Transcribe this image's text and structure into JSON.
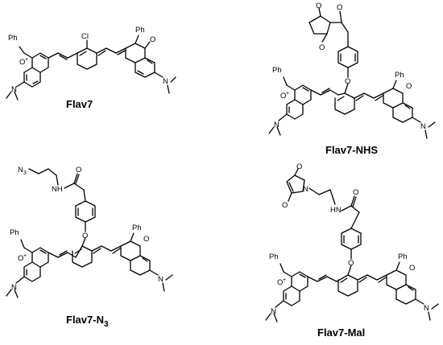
{
  "structures": [
    {
      "id": "flav7",
      "name": "Flav7",
      "atoms": {
        "ph_left": "Ph",
        "ph_right": "Ph",
        "o_plus": "O",
        "charge": "+",
        "o_right": "O",
        "cl": "Cl",
        "n_left": "N",
        "n_right": "N"
      }
    },
    {
      "id": "flav7nhs",
      "name": "Flav7-NHS",
      "atoms": {
        "ph_left": "Ph",
        "ph_right": "Ph",
        "o_plus": "O",
        "charge": "+",
        "o_right": "O",
        "o_linker": "O",
        "o_ester": "O",
        "o_carbonyl": "O",
        "o_nhs_top": "O",
        "n_left": "N",
        "n_right": "N"
      }
    },
    {
      "id": "flav7n3",
      "name": "Flav7-N",
      "name_sub": "3",
      "atoms": {
        "ph_left": "Ph",
        "ph_right": "Ph",
        "o_plus": "O",
        "charge": "+",
        "o_right": "O",
        "o_linker": "O",
        "n3": "N",
        "n3_sub": "3",
        "nh": "NH",
        "o_amide": "O",
        "n_left": "N",
        "n_right": "N"
      }
    },
    {
      "id": "flav7mal",
      "name": "Flav7-Mal",
      "atoms": {
        "ph_left": "Ph",
        "ph_right": "Ph",
        "o_plus": "O",
        "charge": "+",
        "o_right": "O",
        "o_linker": "O",
        "n_mal": "N",
        "o_mal_top": "O",
        "o_mal_bottom": "O",
        "hn": "HN",
        "o_amide": "O",
        "n_left": "N",
        "n_right": "N"
      }
    }
  ]
}
